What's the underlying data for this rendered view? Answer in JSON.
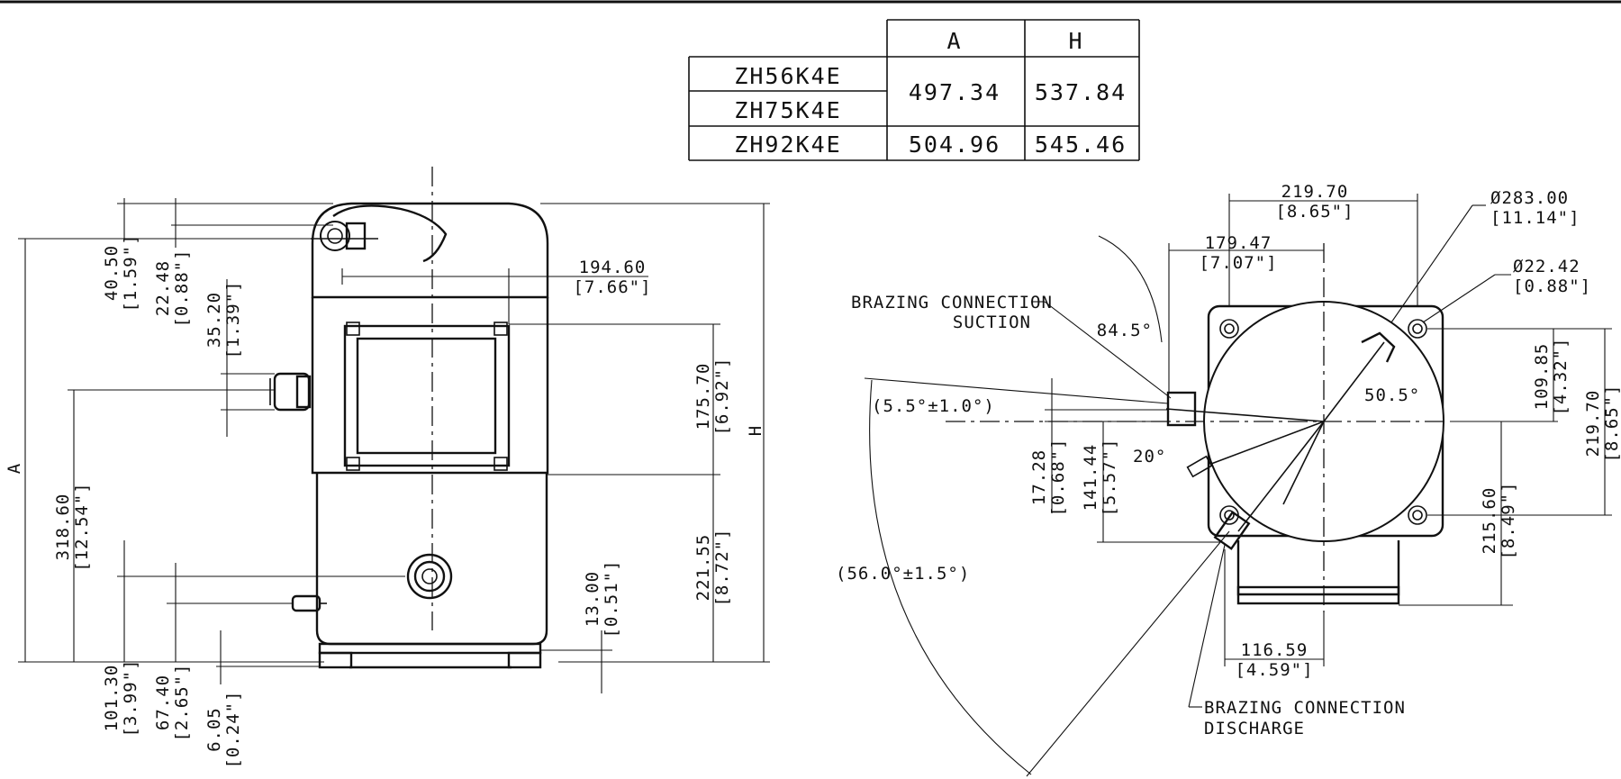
{
  "table": {
    "headers": [
      "A",
      "H"
    ],
    "rows": [
      {
        "models": [
          "ZH56K4E",
          "ZH75K4E"
        ],
        "A": "497.34",
        "H": "537.84"
      },
      {
        "models": [
          "ZH92K4E"
        ],
        "A": "504.96",
        "H": "545.46"
      }
    ]
  },
  "front_view": {
    "dims": {
      "d40_50": "40.50",
      "d40_50_in": "[1.59\"]",
      "d22_48": "22.48",
      "d22_48_in": "[0.88\"]",
      "d35_20": "35.20",
      "d35_20_in": "[1.39\"]",
      "d194_60": "194.60",
      "d194_60_in": "[7.66\"]",
      "d175_70": "175.70",
      "d175_70_in": "[6.92\"]",
      "d318_60": "318.60",
      "d318_60_in": "[12.54\"]",
      "d221_55": "221.55",
      "d221_55_in": "[8.72\"]",
      "d13_00": "13.00",
      "d13_00_in": "[0.51\"]",
      "d101_30": "101.30",
      "d101_30_in": "[3.99\"]",
      "d67_40": "67.40",
      "d67_40_in": "[2.65\"]",
      "d6_05": "6.05",
      "d6_05_in": "[0.24\"]",
      "label_A": "A",
      "label_H": "H"
    }
  },
  "top_view": {
    "dims": {
      "d219_70": "219.70",
      "d219_70_in": "[8.65\"]",
      "d179_47": "179.47",
      "d179_47_in": "[7.07\"]",
      "d283_00": "Ø283.00",
      "d283_00_in": "[11.14\"]",
      "d22_42": "Ø22.42",
      "d22_42_in": "[0.88\"]",
      "d109_85": "109.85",
      "d109_85_in": "[4.32\"]",
      "d219_70v": "219.70",
      "d219_70v_in": "[8.65\"]",
      "d215_60": "215.60",
      "d215_60_in": "[8.49\"]",
      "d141_44": "141.44",
      "d141_44_in": "[5.57\"]",
      "d17_28": "17.28",
      "d17_28_in": "[0.68\"]",
      "d116_59": "116.59",
      "d116_59_in": "[4.59\"]"
    },
    "angles": {
      "a84_5": "84.5°",
      "a50_5": "50.5°",
      "a5_5": "(5.5°±1.0°)",
      "a20": "20°",
      "a56": "(56.0°±1.5°)"
    },
    "callouts": {
      "suction_1": "BRAZING CONNECTION",
      "suction_2": "SUCTION",
      "discharge_1": "BRAZING CONNECTION",
      "discharge_2": "DISCHARGE"
    }
  }
}
